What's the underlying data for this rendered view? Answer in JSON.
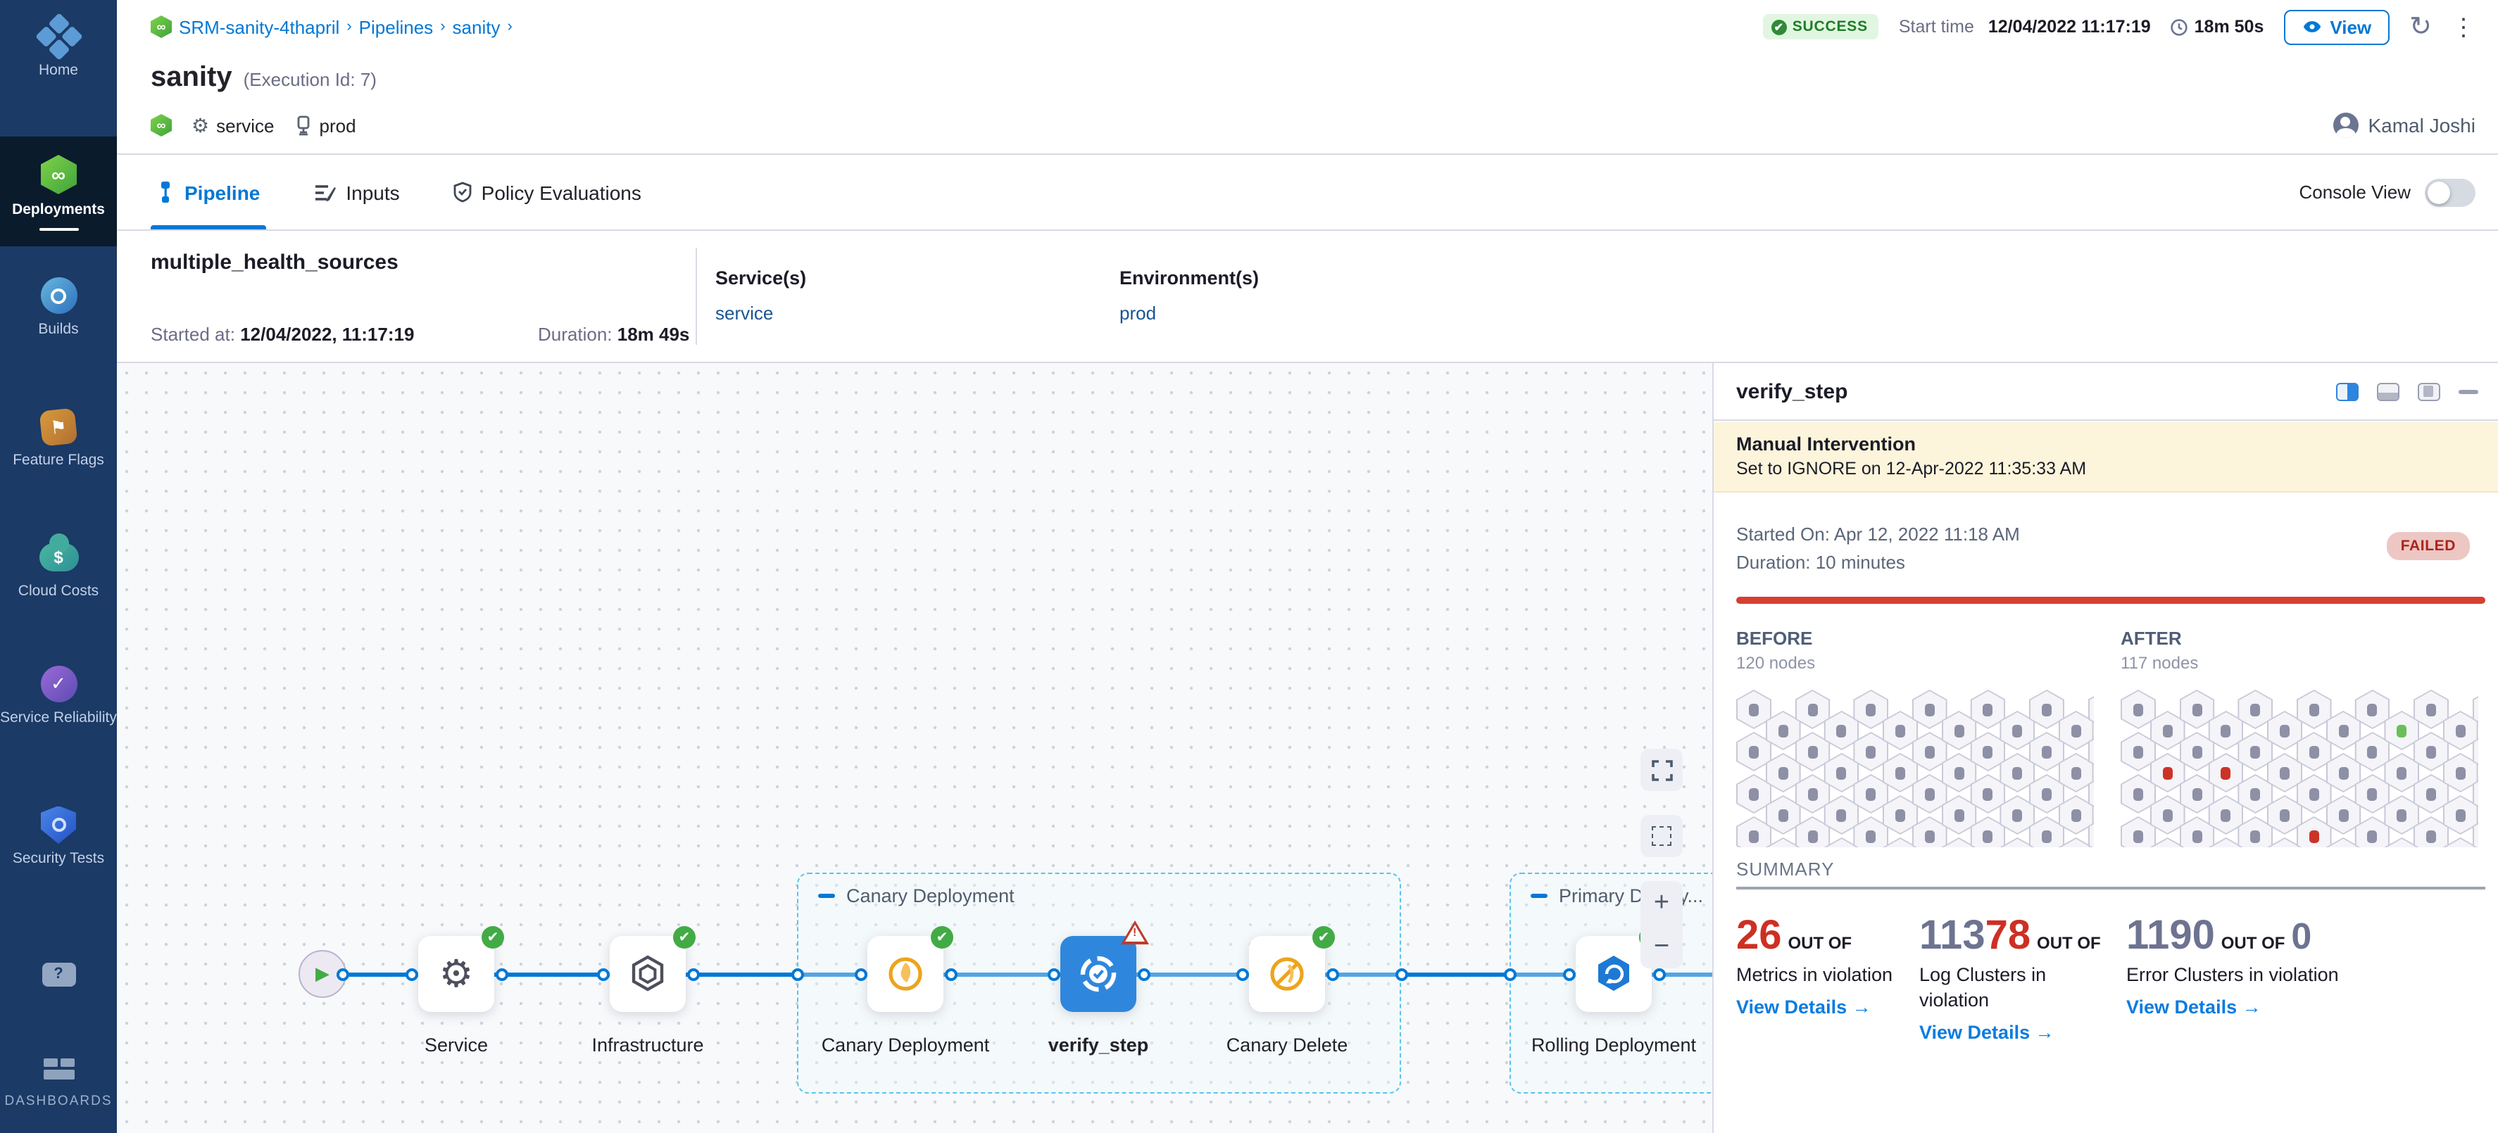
{
  "sidebar": {
    "items": [
      {
        "label": "Home",
        "icon": "home-icon"
      },
      {
        "label": "Deployments",
        "icon": "deployments-icon",
        "active": true
      },
      {
        "label": "Builds",
        "icon": "builds-icon"
      },
      {
        "label": "Feature Flags",
        "icon": "feature-flags-icon"
      },
      {
        "label": "Cloud Costs",
        "icon": "cloud-costs-icon"
      },
      {
        "label": "Service Reliability",
        "icon": "service-reliability-icon"
      },
      {
        "label": "Security Tests",
        "icon": "security-tests-icon"
      },
      {
        "label": "DASHBOARDS",
        "icon": "dashboards-icon"
      }
    ],
    "cloud_dollar": "$",
    "chat_glyph": "?",
    "infinity_glyph": "∞",
    "flag_glyph": "⚑",
    "check_glyph": "✓"
  },
  "header": {
    "breadcrumb": {
      "project": "SRM-sanity-4thapril",
      "section": "Pipelines",
      "page": "sanity",
      "sep": "›"
    },
    "status": "SUCCESS",
    "start_time_label": "Start time",
    "start_time": "12/04/2022 11:17:19",
    "elapsed": "18m 50s",
    "view_label": "View",
    "refresh_glyph": "↻",
    "kebab_glyph": "⋮",
    "title": "sanity",
    "execution_id": "(Execution Id: 7)",
    "service_tag": "service",
    "env_tag": "prod",
    "user": "Kamal Joshi"
  },
  "tabs": {
    "pipeline": "Pipeline",
    "inputs": "Inputs",
    "policy": "Policy Evaluations",
    "console_view_label": "Console View",
    "console_view_on": false
  },
  "run_info": {
    "name": "multiple_health_sources",
    "started_label": "Started at:",
    "started": "12/04/2022, 11:17:19",
    "duration_label": "Duration:",
    "duration": "18m 49s",
    "services_label": "Service(s)",
    "services": "service",
    "environments_label": "Environment(s)",
    "environments": "prod"
  },
  "pipeline": {
    "groups": [
      {
        "label": "Canary Deployment"
      },
      {
        "label": "Primary Deploy..."
      }
    ],
    "nodes": [
      {
        "label": "Service",
        "status": "success"
      },
      {
        "label": "Infrastructure",
        "status": "success"
      },
      {
        "label": "Canary Deployment",
        "status": "success"
      },
      {
        "label": "verify_step",
        "status": "warning",
        "selected": true
      },
      {
        "label": "Canary Delete",
        "status": "success"
      },
      {
        "label": "Rolling Deployment",
        "status": "success"
      }
    ],
    "play_glyph": "▶",
    "zoom_in": "+",
    "zoom_out": "−",
    "rolling_glyph": "↻"
  },
  "panel": {
    "title": "verify_step",
    "alert": {
      "title": "Manual Intervention",
      "subtitle": "Set to IGNORE on 12-Apr-2022 11:35:33 AM"
    },
    "started_on": "Started On: Apr 12, 2022 11:18 AM",
    "duration": "Duration: 10 minutes",
    "status": "FAILED",
    "before": {
      "label": "BEFORE",
      "nodes": "120 nodes"
    },
    "after": {
      "label": "AFTER",
      "nodes": "117 nodes"
    },
    "node_grids": {
      "cols": 13,
      "rows": 4,
      "before_special": [],
      "after_special": [
        {
          "c": 9,
          "r": 0,
          "color": "green"
        },
        {
          "c": 1,
          "r": 1,
          "color": "red"
        },
        {
          "c": 3,
          "r": 1,
          "color": "red"
        },
        {
          "c": 6,
          "r": 3,
          "color": "red"
        }
      ]
    },
    "summary_label": "SUMMARY",
    "metrics": [
      {
        "p1": "26",
        "p1_color": "red",
        "p2": "",
        "out": "OUT OF",
        "tail": "",
        "label": "Metrics in violation",
        "link": "View Details",
        "arrow": "→"
      },
      {
        "p1": "113",
        "p1_color": "gray",
        "p2": "78",
        "out": "OUT OF",
        "tail": "",
        "label": "Log Clusters in violation",
        "link": "View Details",
        "arrow": "→"
      },
      {
        "p1": "1190",
        "p1_color": "gray",
        "p2": "",
        "out": "OUT OF",
        "tail": "0",
        "label": "Error Clusters in violation",
        "link": "View Details",
        "arrow": "→"
      }
    ]
  }
}
